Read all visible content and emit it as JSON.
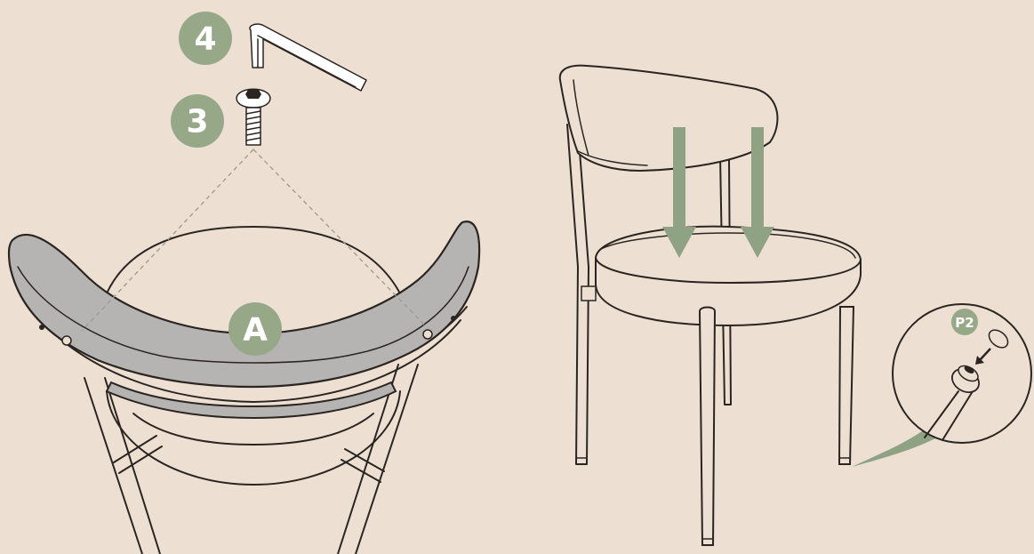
{
  "steps": {
    "step_allen_key": "4",
    "step_screw": "3",
    "part_backrest": "A",
    "part_foot_cap": "P2"
  },
  "colors": {
    "background": "#ede0d3",
    "badge_green": "#97a888",
    "arrow_green": "#8fa384",
    "backrest_gray": "#b5b4b2",
    "line": "#2b2522"
  },
  "icons": [
    "allen-key-icon",
    "screw-icon",
    "down-arrow-icon",
    "foot-cap-icon"
  ]
}
